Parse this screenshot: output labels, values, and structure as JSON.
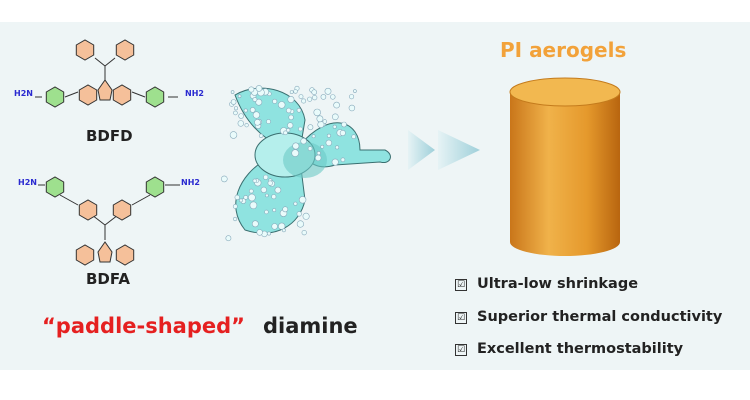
{
  "molecules": [
    {
      "name": "BDFD",
      "left_group": "H2N",
      "right_group": "NH2"
    },
    {
      "name": "BDFA",
      "left_group": "H2N",
      "right_group": "NH2"
    }
  ],
  "slogan": {
    "quoted": "“paddle-shaped”",
    "word": "diamine"
  },
  "product": {
    "title": "PI aerogels"
  },
  "features": [
    "Ultra-low shrinkage",
    "Superior thermal conductivity",
    "Excellent thermostability"
  ],
  "checkbox_glyph": "☑",
  "colors": {
    "ring_orange": "#f5c09a",
    "ring_green": "#9ee08e",
    "paddle": "#8fe3e0",
    "title": "#f2a23a",
    "slogan_red": "#e52020",
    "cylinder": "#e39a2e"
  }
}
